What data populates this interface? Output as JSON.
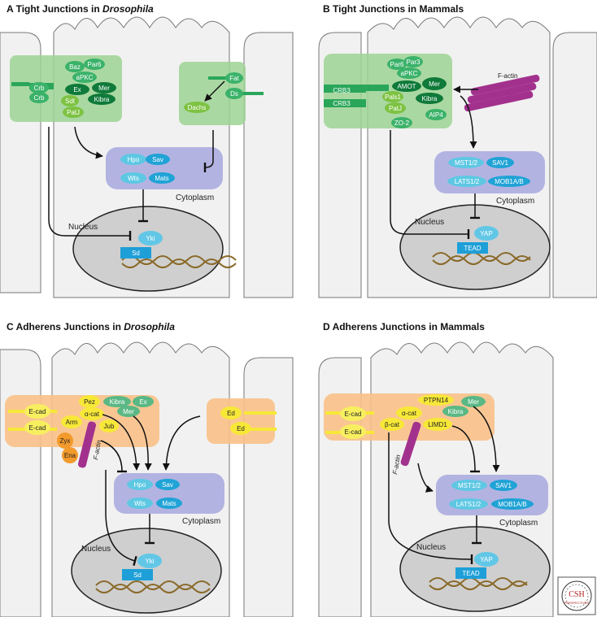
{
  "panels": {
    "A": {
      "letter": "A",
      "title_prefix": "Tight Junctions in ",
      "title_italic": "Drosophila"
    },
    "B": {
      "letter": "B",
      "title_prefix": "Tight Junctions in Mammals",
      "title_italic": ""
    },
    "C": {
      "letter": "C",
      "title_prefix": "Adherens Junctions in ",
      "title_italic": "Drosophila"
    },
    "D": {
      "letter": "D",
      "title_prefix": "Adherens Junctions in Mammals",
      "title_italic": ""
    }
  },
  "common": {
    "cytoplasm": "Cytoplasm",
    "nucleus": "Nucleus"
  },
  "a": {
    "baz": "Baz",
    "par6": "Par6",
    "apkc": "aPKC",
    "ex": "Ex",
    "mer": "Mer",
    "kibra": "Kibra",
    "sdt": "Sdt",
    "patj": "PatJ",
    "crb1": "Crb",
    "crb2": "Crb",
    "fat": "Fat",
    "ds": "Ds",
    "dachs": "Dachs",
    "hpo": "Hpo",
    "sav": "Sav",
    "wts": "Wts",
    "mats": "Mats",
    "yki": "Yki",
    "sd": "Sd"
  },
  "b": {
    "par6": "Par6",
    "par3": "Par3",
    "apkc": "aPKC",
    "amot": "AMOT",
    "mer": "Mer",
    "kibra": "Kibra",
    "pals1": "Pals1",
    "patj": "PatJ",
    "zo2": "ZO-2",
    "aip4": "AIP4",
    "crb3a": "CRB3",
    "crb3b": "CRB3",
    "factin": "F-actin",
    "mst": "MST1/2",
    "sav1": "SAV1",
    "lats": "LATS1/2",
    "mob": "MOB1A/B",
    "yap": "YAP",
    "tead": "TEAD"
  },
  "c": {
    "ecad1": "E-cad",
    "ecad2": "E-cad",
    "pez": "Pez",
    "kibra": "Kibra",
    "ex": "Ex",
    "mer": "Mer",
    "acat": "α-cat",
    "arm": "Arm",
    "jub": "Jub",
    "zyx": "Zyx",
    "ena": "Ena",
    "factin": "F-actin",
    "ed1": "Ed",
    "ed2": "Ed",
    "hpo": "Hpo",
    "sav": "Sav",
    "wts": "Wts",
    "mats": "Mats",
    "yki": "Yki",
    "sd": "Sd"
  },
  "d": {
    "ecad1": "E-cad",
    "ecad2": "E-cad",
    "acat": "α-cat",
    "ptpn14": "PTPN14",
    "mer": "Mer",
    "kibra": "Kibra",
    "bcat": "β-cat",
    "limd1": "LIMD1",
    "factin": "F-actin",
    "mst": "MST1/2",
    "sav1": "SAV1",
    "lats": "LATS1/2",
    "mob": "MOB1A/B",
    "yap": "YAP",
    "tead": "TEAD"
  },
  "logo": {
    "line1": "CSH",
    "line2": "PERSPECTIVES"
  }
}
